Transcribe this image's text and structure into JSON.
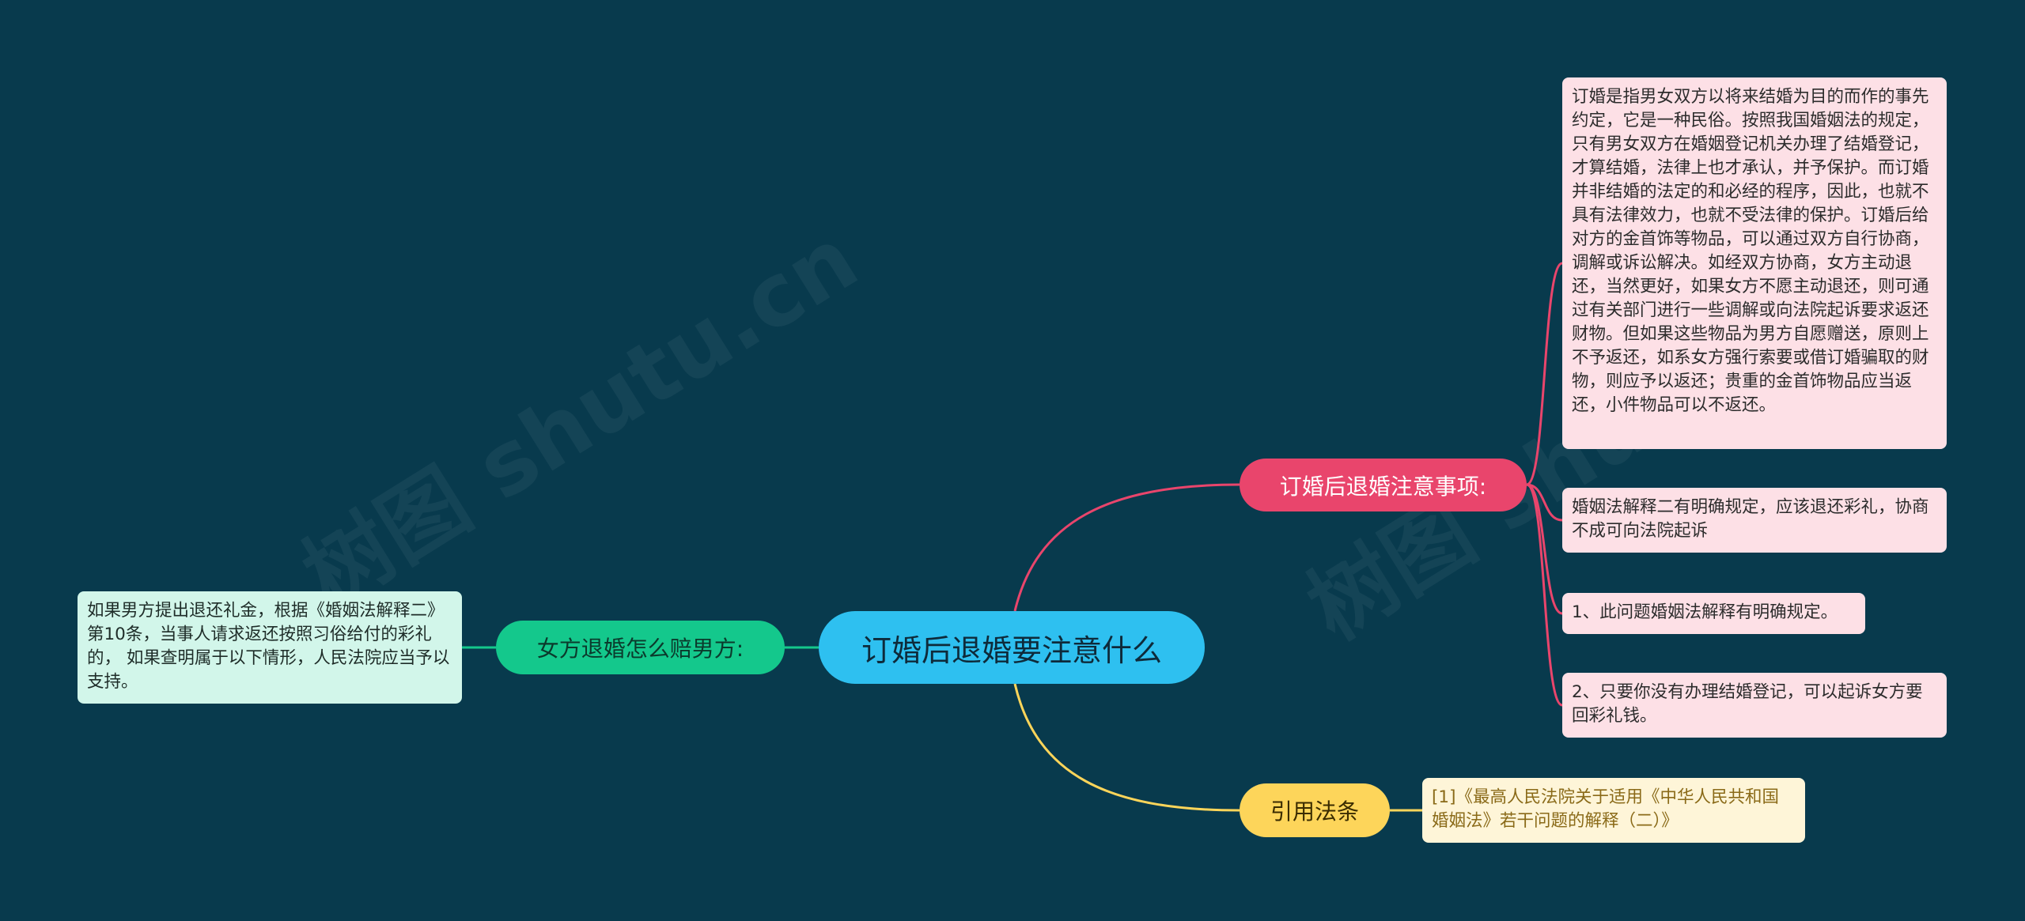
{
  "watermark": "树图 shutu.cn",
  "colors": {
    "background": "#083a4d",
    "root": "#2ec0f0",
    "branch_top": "#e9456c",
    "branch_left": "#14c88c",
    "branch_bottom": "#fdd55a"
  },
  "mindmap": {
    "root": "订婚后退婚要注意什么",
    "branches": {
      "top": {
        "label": "订婚后退婚注意事项:",
        "leaves": [
          "订婚是指男女双方以将来结婚为目的而作的事先约定，它是一种民俗。按照我国婚姻法的规定，只有男女双方在婚姻登记机关办理了结婚登记，才算结婚，法律上也才承认，并予保护。而订婚并非结婚的法定的和必经的程序，因此，也就不具有法律效力，也就不受法律的保护。订婚后给对方的金首饰等物品，可以通过双方自行协商，调解或诉讼解决。如经双方协商，女方主动退还，当然更好，如果女方不愿主动退还，则可通过有关部门进行一些调解或向法院起诉要求返还财物。但如果这些物品为男方自愿赠送，原则上不予返还，如系女方强行索要或借订婚骗取的财物，则应予以返还；贵重的金首饰物品应当返还，小件物品可以不返还。",
          "婚姻法解释二有明确规定，应该退还彩礼，协商不成可向法院起诉",
          "1、此问题婚姻法解释有明确规定。",
          "2、只要你没有办理结婚登记，可以起诉女方要回彩礼钱。"
        ]
      },
      "left": {
        "label": "女方退婚怎么赔男方:",
        "leaves": [
          "如果男方提出退还礼金，根据《婚姻法解释二》第10条，当事人请求返还按照习俗给付的彩礼的， 如果查明属于以下情形，人民法院应当予以支持。"
        ]
      },
      "bottom": {
        "label": "引用法条",
        "leaves": [
          "[1]《最高人民法院关于适用《中华人民共和国婚姻法》若干问题的解释（二）》"
        ]
      }
    }
  }
}
